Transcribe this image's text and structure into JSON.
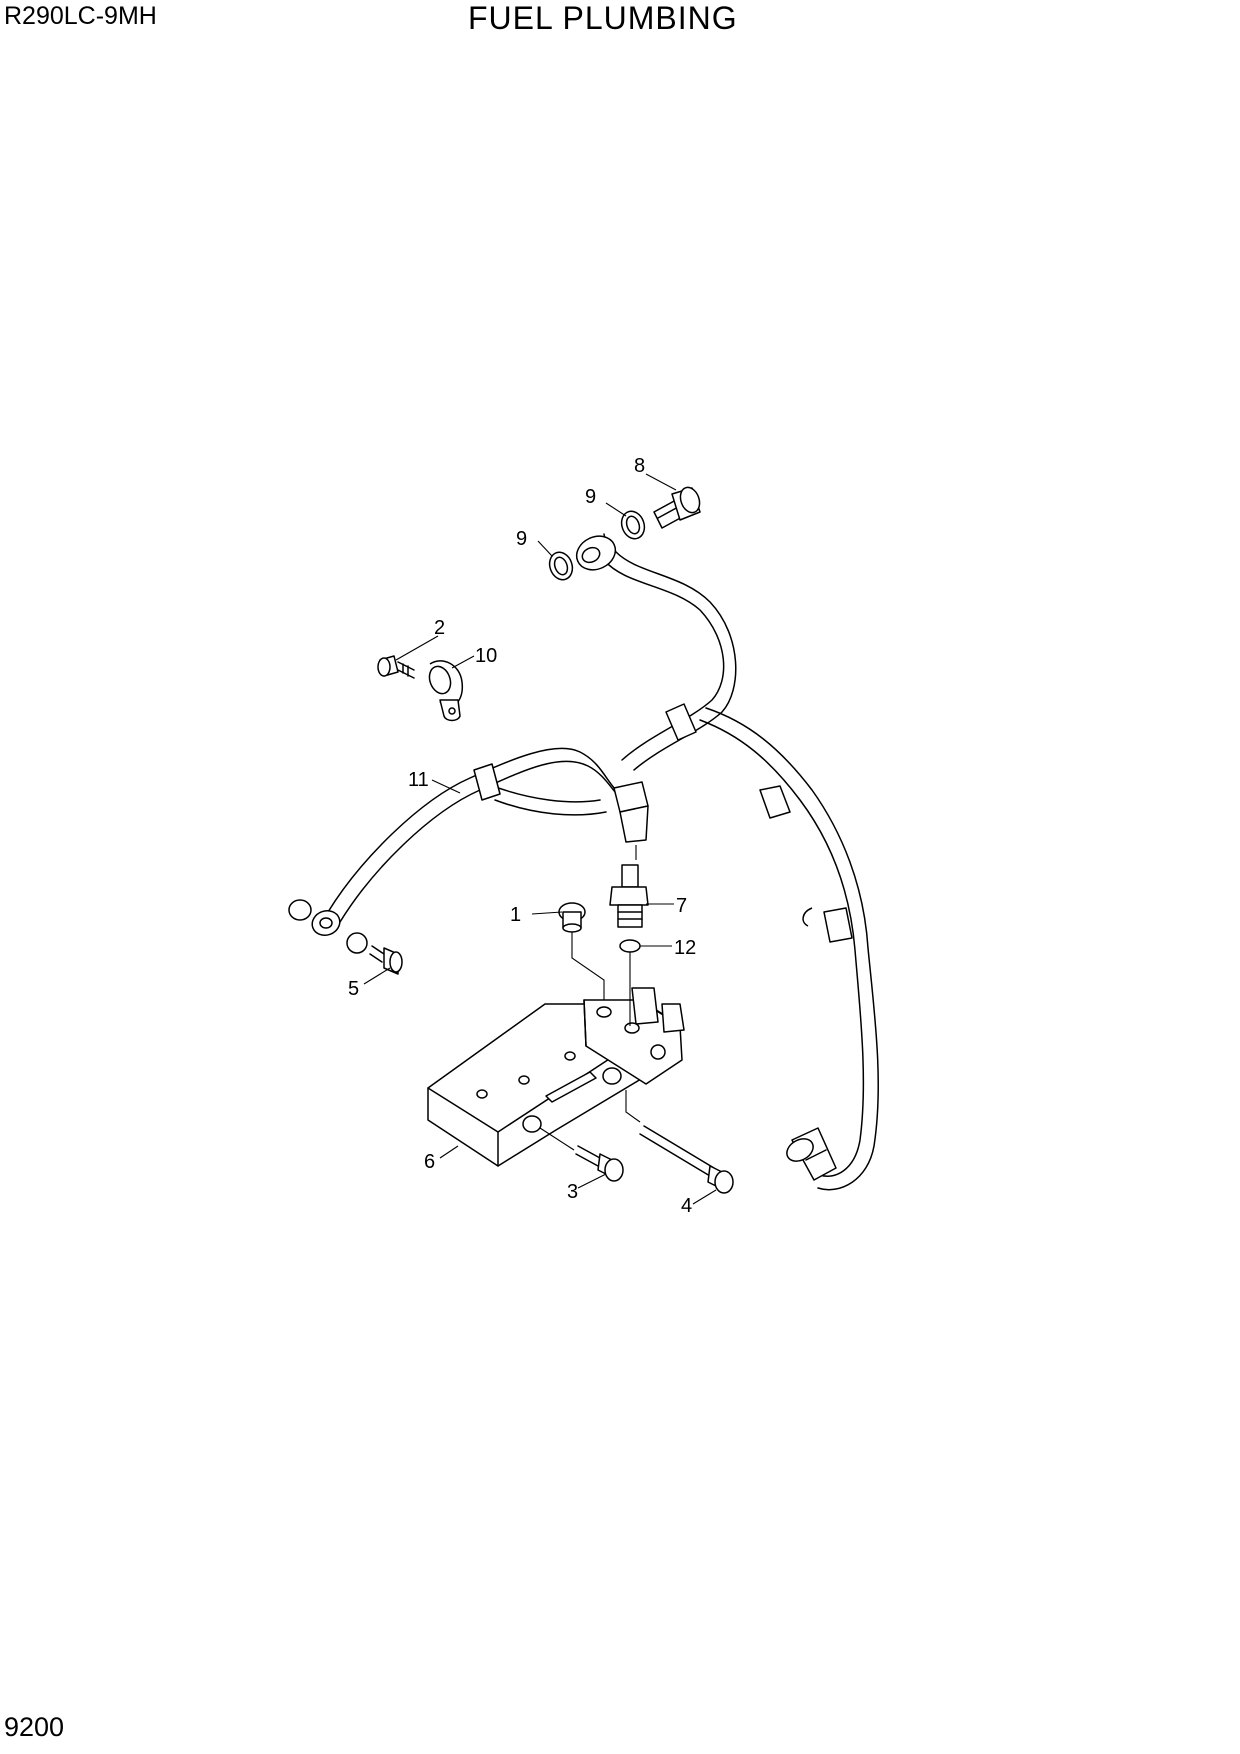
{
  "header": {
    "model": "R290LC-9MH",
    "title": "FUEL PLUMBING"
  },
  "footer": {
    "page_number": "9200"
  },
  "diagram": {
    "callouts": [
      "1",
      "2",
      "3",
      "4",
      "5",
      "6",
      "7",
      "8",
      "9",
      "9",
      "10",
      "11",
      "12"
    ]
  }
}
